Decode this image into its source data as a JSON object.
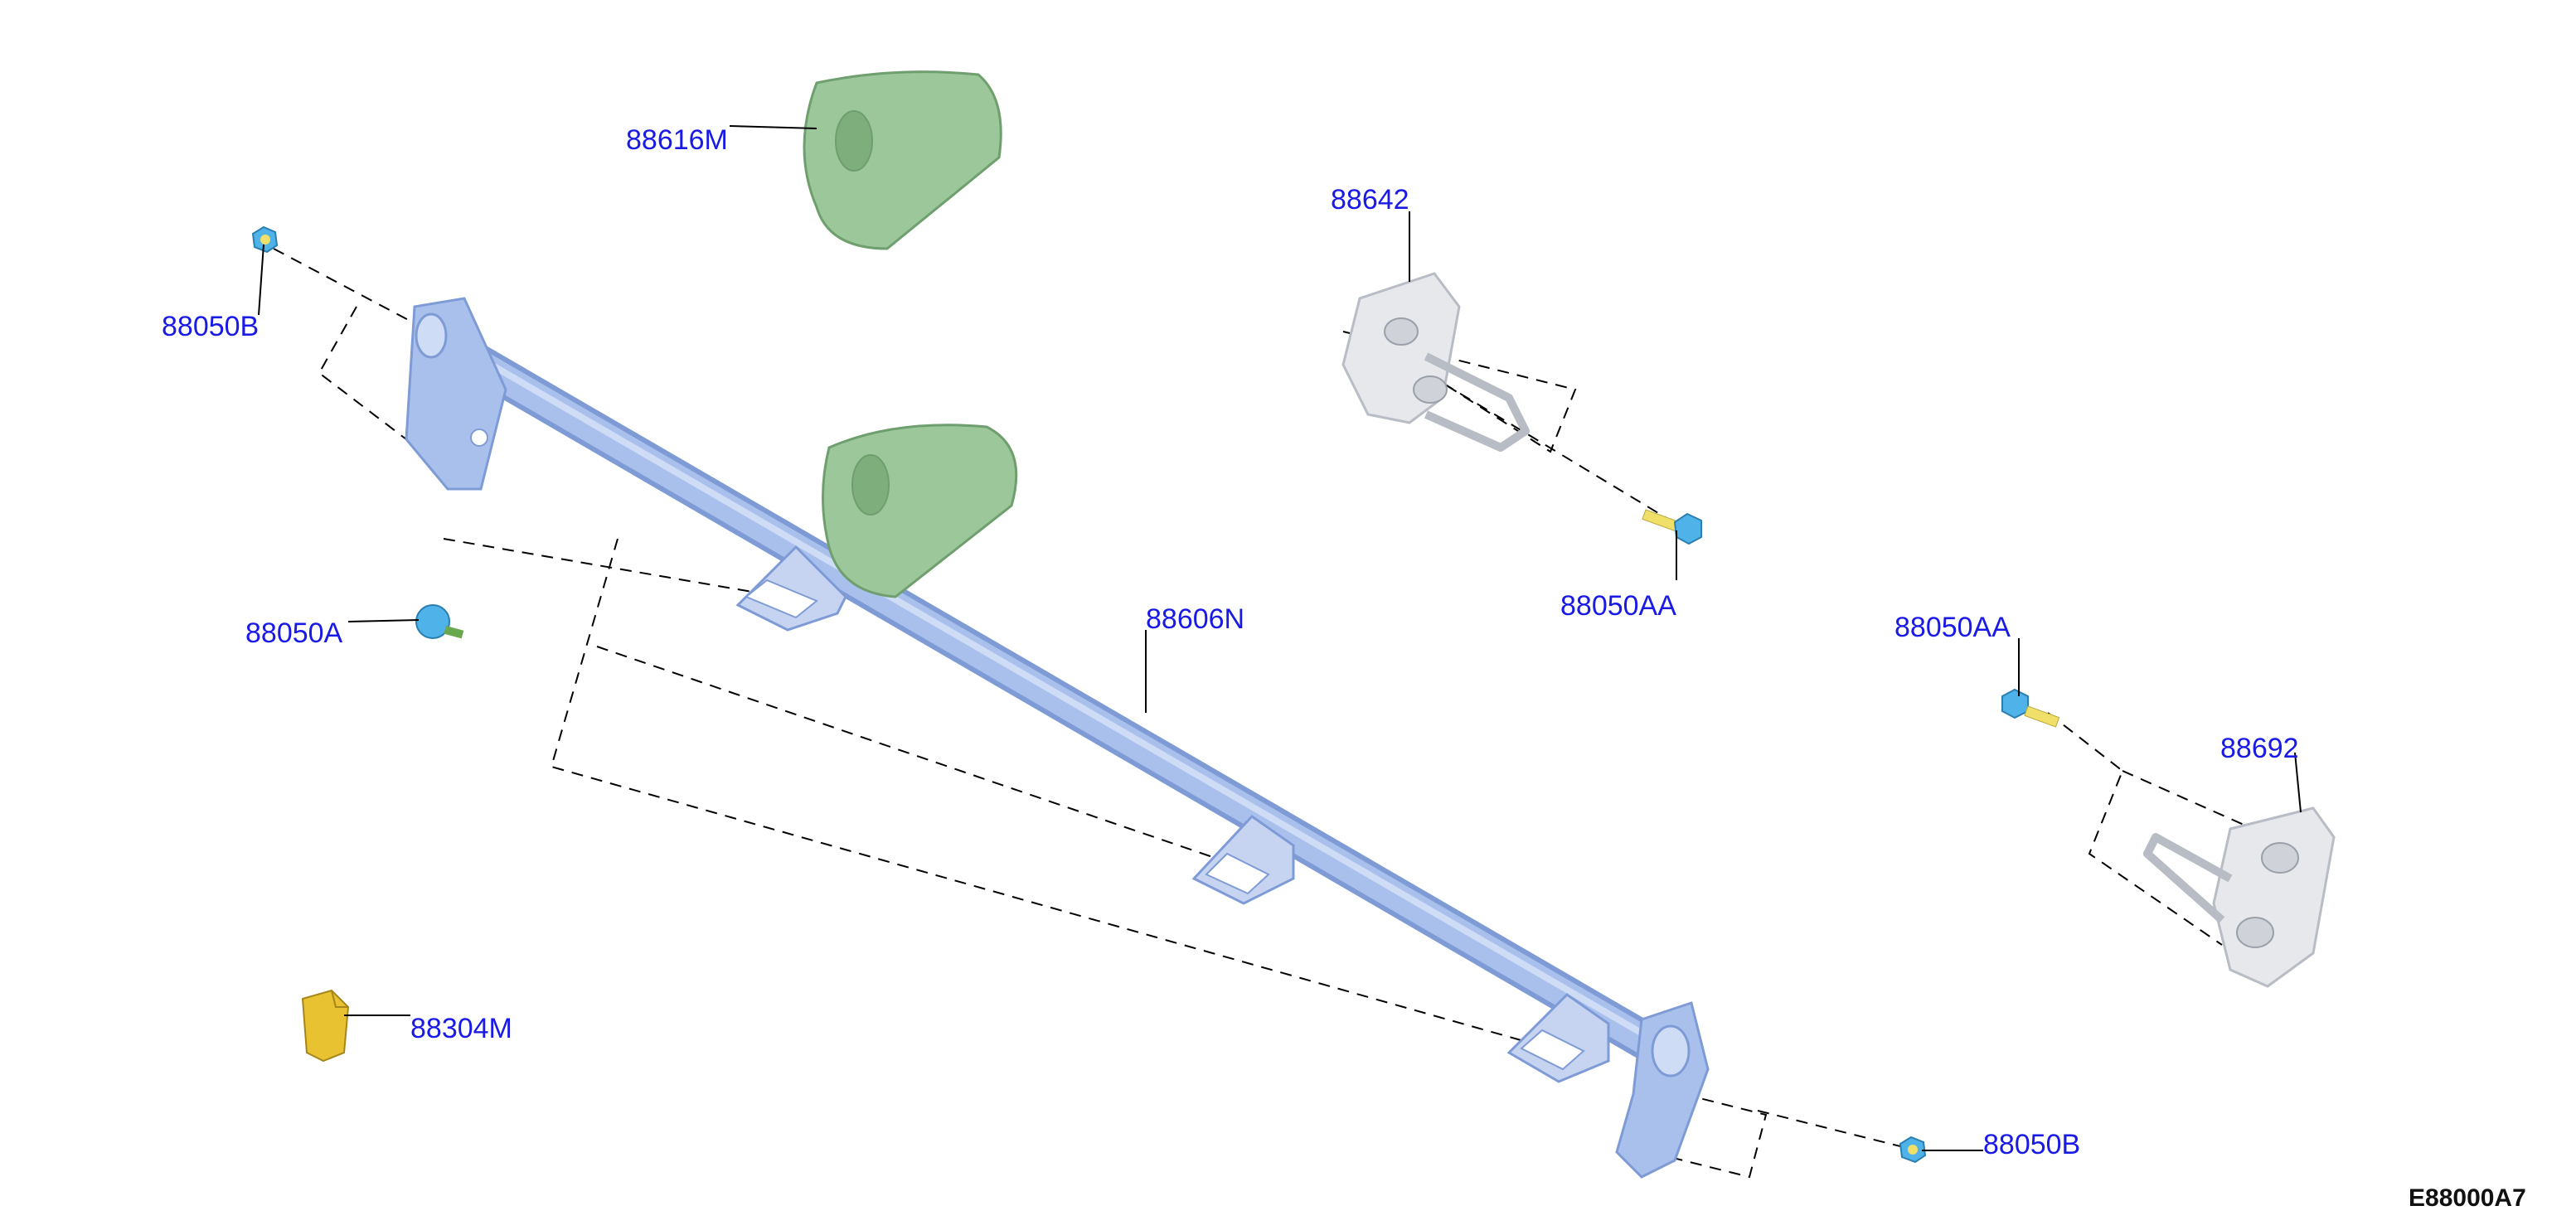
{
  "figure_id": "E88000A7",
  "callouts": {
    "bracket_upper": "88616M",
    "bracket_right_top": "88642",
    "nut_left": "88050B",
    "bolt_right_top": "88050AA",
    "bolt_left": "88050A",
    "tube": "88606N",
    "bolt_right_mid": "88050AA",
    "bracket_right_mid": "88692",
    "clip": "88304M",
    "nut_right": "88050B"
  },
  "colors": {
    "callout_text": "#1a1ae6",
    "tube": "#a9c0ec",
    "tube_dark": "#7f9bd6",
    "pad": "#9cc79a",
    "pad_dark": "#6f9f6e",
    "steel": "#e6e8ec",
    "steel_dark": "#b8bcc4",
    "fastener": "#4fb3ea",
    "thread": "#f0e06a",
    "clip": "#e8c230"
  }
}
